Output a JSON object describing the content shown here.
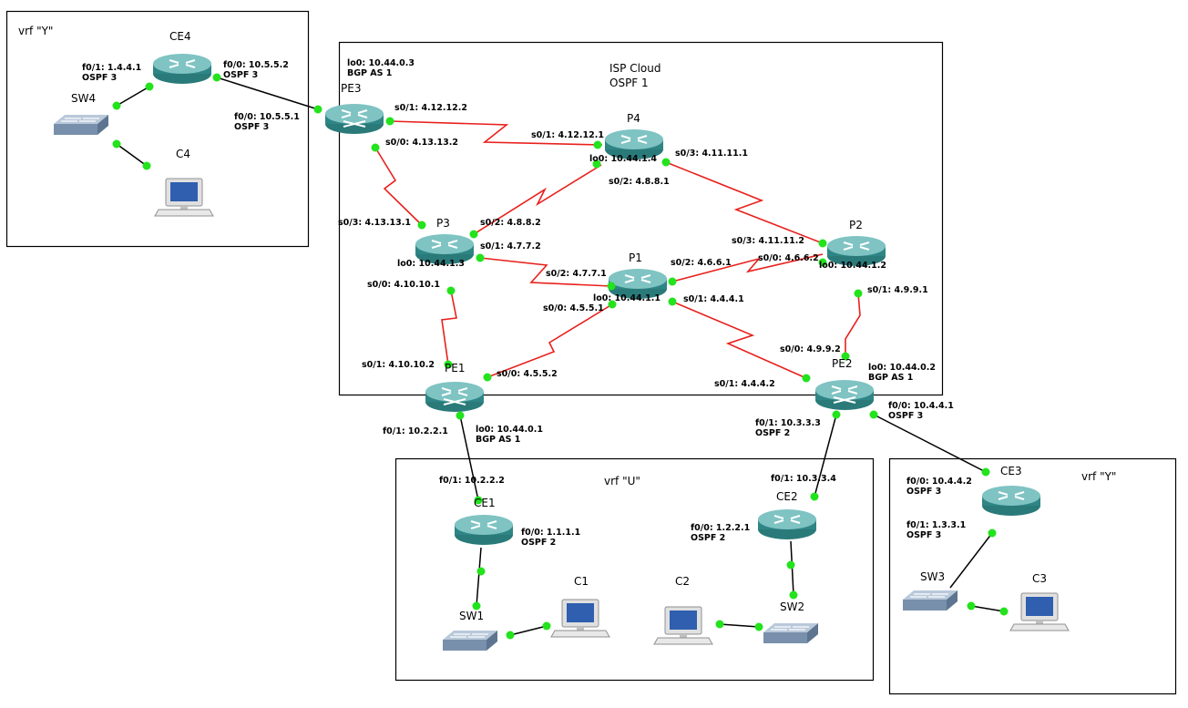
{
  "boxes": {
    "vrf_y_left": "vrf \"Y\"",
    "isp_title": "ISP Cloud",
    "isp_subtitle": "OSPF 1",
    "vrf_u": "vrf \"U\"",
    "vrf_y_right": "vrf \"Y\""
  },
  "devices": {
    "CE4": "CE4",
    "PE3": "PE3",
    "P4": "P4",
    "P3": "P3",
    "P2": "P2",
    "P1": "P1",
    "PE1": "PE1",
    "PE2": "PE2",
    "CE1": "CE1",
    "CE2": "CE2",
    "CE3": "CE3",
    "SW4": "SW4",
    "SW1": "SW1",
    "SW2": "SW2",
    "SW3": "SW3",
    "C4": "C4",
    "C1": "C1",
    "C2": "C2",
    "C3": "C3"
  },
  "labels": {
    "ce4_f01": [
      "f0/1: 1.4.4.1",
      "OSPF 3"
    ],
    "ce4_f00": [
      "f0/0: 10.5.5.2",
      "OSPF 3"
    ],
    "pe3_f00": [
      "f0/0: 10.5.5.1",
      "OSPF 3"
    ],
    "pe3_lo0": [
      "lo0: 10.44.0.3",
      "BGP AS 1"
    ],
    "pe3_s01": [
      "s0/1: 4.12.12.2"
    ],
    "pe3_s00": [
      "s0/0: 4.13.13.2"
    ],
    "p4_s01": [
      "s0/1: 4.12.12.1"
    ],
    "p4_lo0": [
      "lo0: 10.44.1.4"
    ],
    "p4_s03": [
      "s0/3: 4.11.11.1"
    ],
    "p4_s02": [
      "s0/2: 4.8.8.1"
    ],
    "p3_s03": [
      "s0/3: 4.13.13.1"
    ],
    "p3_s02": [
      "s0/2: 4.8.8.2"
    ],
    "p3_s01": [
      "s0/1: 4.7.7.2"
    ],
    "p3_lo0": [
      "lo0: 10.44.1.3"
    ],
    "p3_s00": [
      "s0/0: 4.10.10.1"
    ],
    "p2_s03": [
      "s0/3: 4.11.11.2"
    ],
    "p2_s00": [
      "s0/0: 4.6.6.2"
    ],
    "p2_lo0": [
      "lo0: 10.44.1.2"
    ],
    "p2_s01": [
      "s0/1: 4.9.9.1"
    ],
    "p1_s02a": [
      "s0/2: 4.7.7.1"
    ],
    "p1_s02b": [
      "s0/2: 4.6.6.1"
    ],
    "p1_lo0": [
      "lo0: 10.44.1.1"
    ],
    "p1_s00": [
      "s0/0: 4.5.5.1"
    ],
    "p1_s01": [
      "s0/1: 4.4.4.1"
    ],
    "pe1_s01": [
      "s0/1: 4.10.10.2"
    ],
    "pe1_s00": [
      "s0/0: 4.5.5.2"
    ],
    "pe1_f01": [
      "f0/1: 10.2.2.1"
    ],
    "pe1_lo0": [
      "lo0: 10.44.0.1",
      "BGP AS 1"
    ],
    "pe2_s00": [
      "s0/0: 4.9.9.2"
    ],
    "pe2_lo0": [
      "lo0: 10.44.0.2",
      "BGP AS 1"
    ],
    "pe2_s01": [
      "s0/1: 4.4.4.2"
    ],
    "pe2_f01": [
      "f0/1: 10.3.3.3",
      "OSPF 2"
    ],
    "pe2_f00": [
      "f0/0: 10.4.4.1",
      "OSPF 3"
    ],
    "ce1_f01": [
      "f0/1: 10.2.2.2"
    ],
    "ce1_f00": [
      "f0/0: 1.1.1.1",
      "OSPF 2"
    ],
    "ce2_f01": [
      "f0/1: 10.3.3.4"
    ],
    "ce2_f00": [
      "f0/0: 1.2.2.1",
      "OSPF 2"
    ],
    "ce3_f00": [
      "f0/0: 10.4.4.2",
      "OSPF 3"
    ],
    "ce3_f01": [
      "f0/1: 1.3.3.1",
      "OSPF 3"
    ]
  },
  "colors": {
    "serial_link": "#e8201c",
    "ethernet_link": "#000000",
    "port_dot": "#22e31c",
    "router_body": "#3e9393",
    "switch_body": "#8fa7bf"
  }
}
